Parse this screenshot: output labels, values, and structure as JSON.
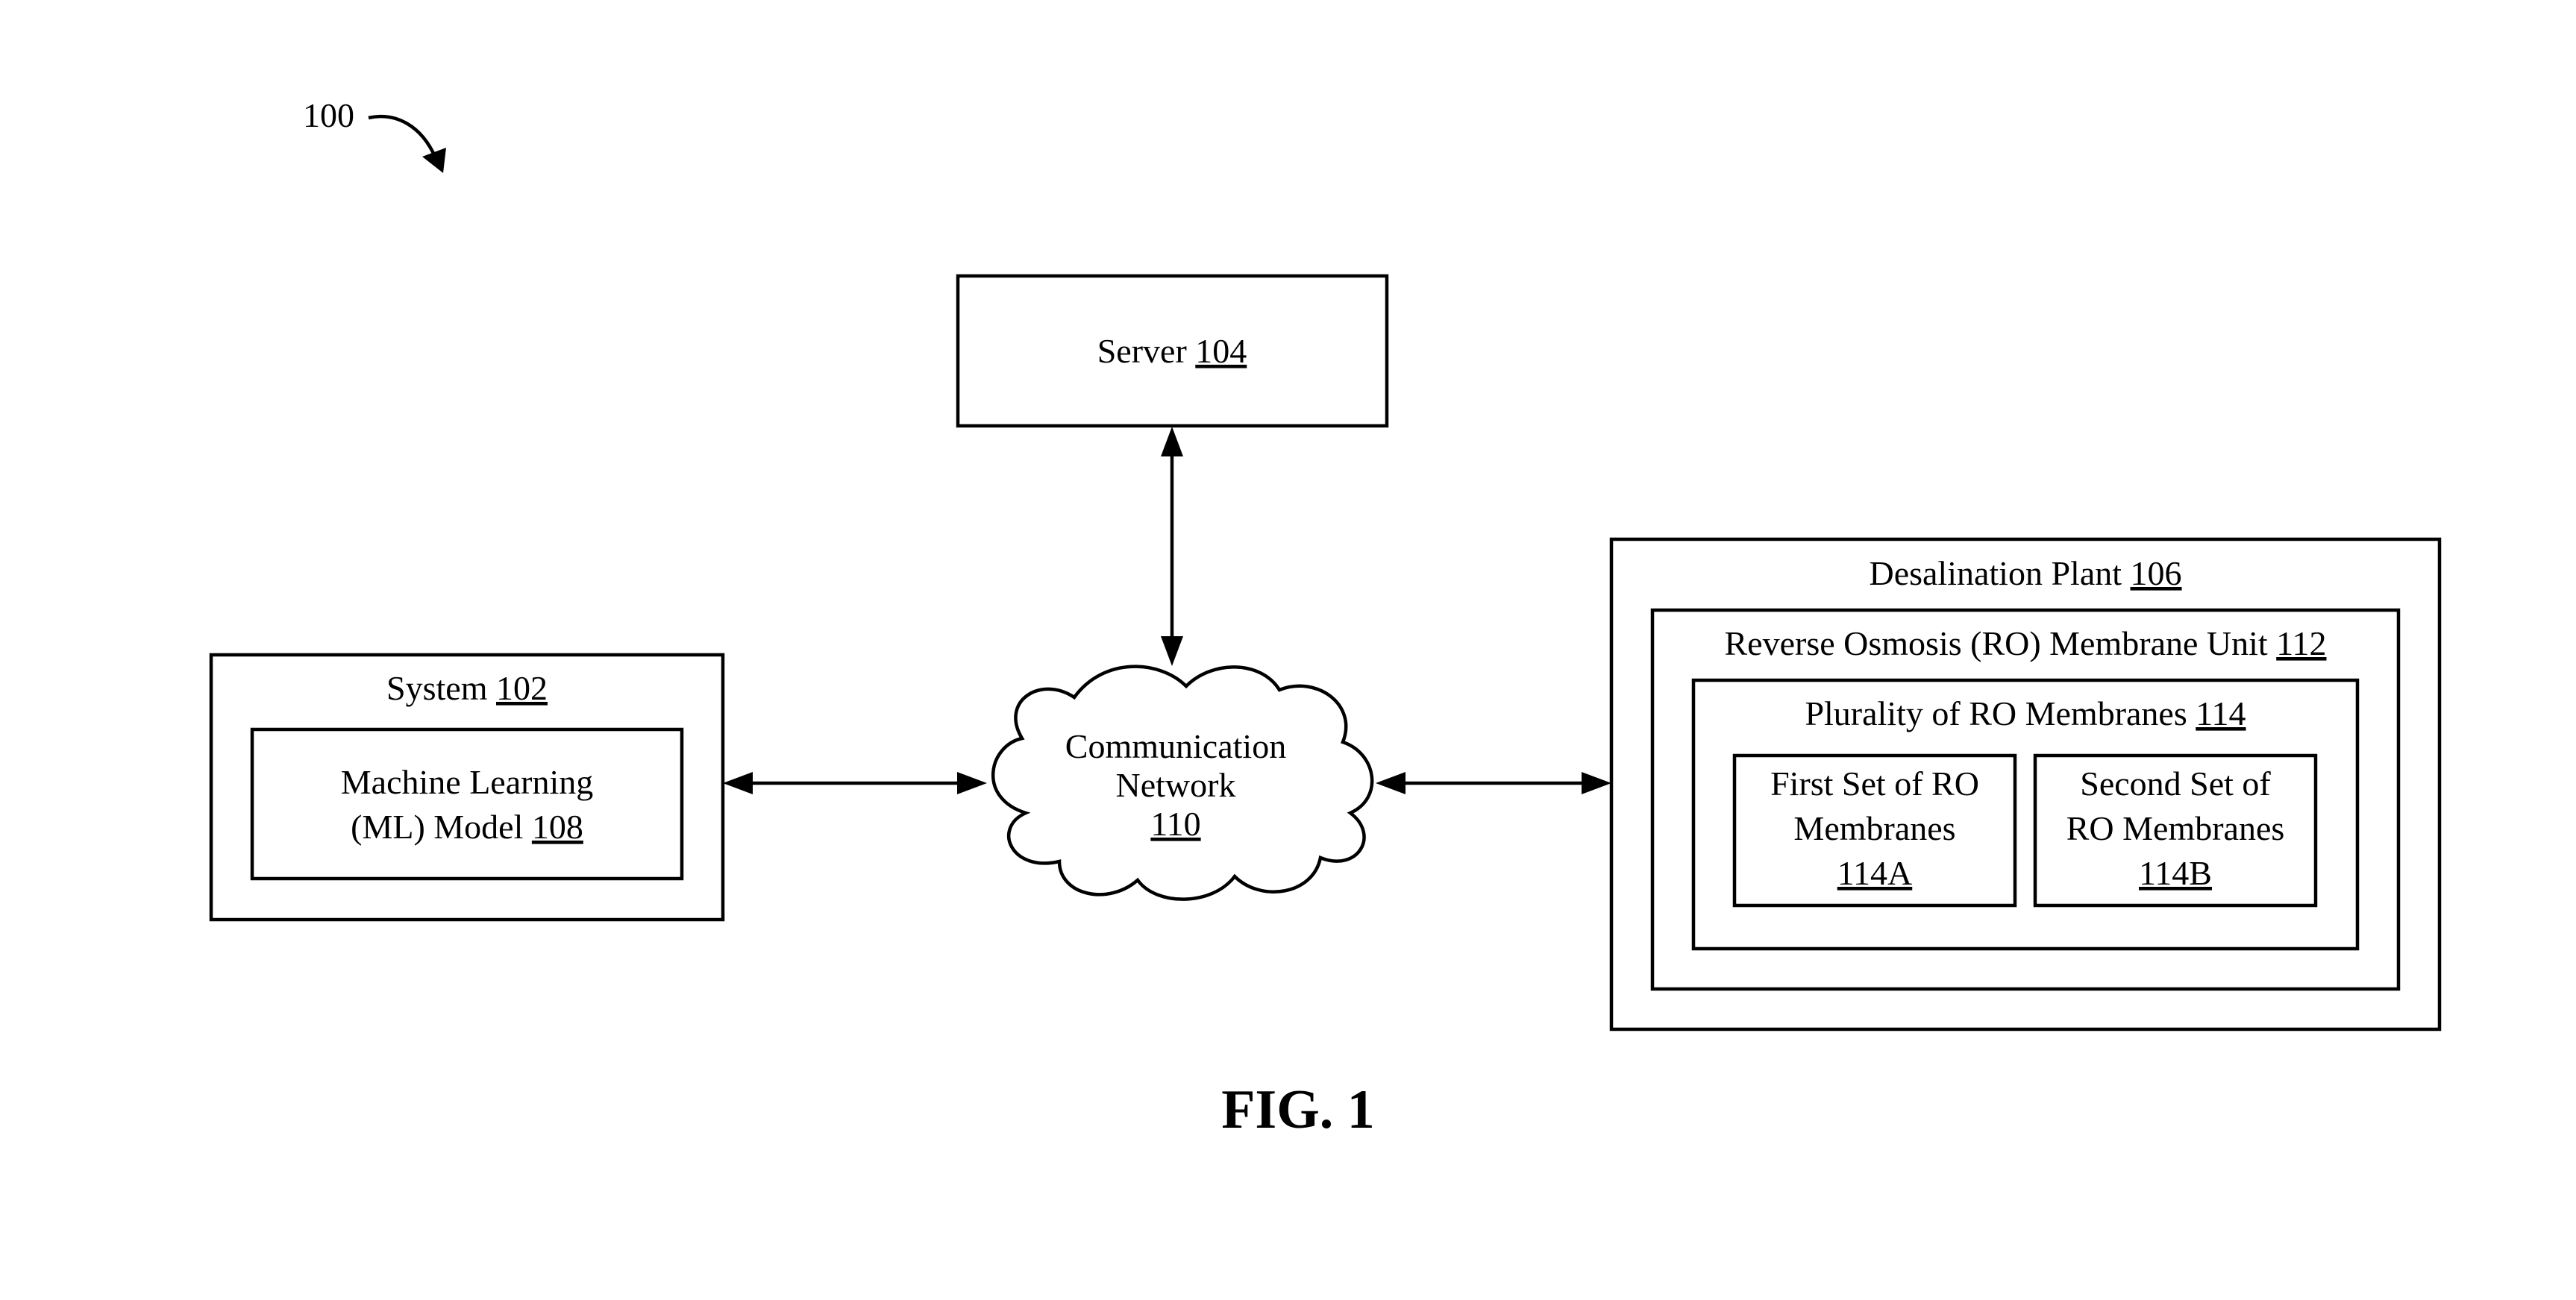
{
  "figure": {
    "ref_label": "100",
    "caption": "FIG. 1"
  },
  "server": {
    "name": "Server",
    "ref": "104"
  },
  "system": {
    "name": "System",
    "ref": "102",
    "ml_model": {
      "line1": "Machine Learning",
      "line2_prefix": "(ML) Model",
      "ref": "108"
    }
  },
  "network": {
    "line1": "Communication",
    "line2": "Network",
    "ref": "110"
  },
  "plant": {
    "name": "Desalination Plant",
    "ref": "106",
    "unit": {
      "name": "Reverse Osmosis (RO) Membrane Unit",
      "ref": "112",
      "membranes": {
        "name": "Plurality of RO Membranes",
        "ref": "114",
        "first_set": {
          "line1": "First Set of RO",
          "line2": "Membranes",
          "ref": "114A"
        },
        "second_set": {
          "line1": "Second Set of",
          "line2": "RO Membranes",
          "ref": "114B"
        }
      }
    }
  }
}
